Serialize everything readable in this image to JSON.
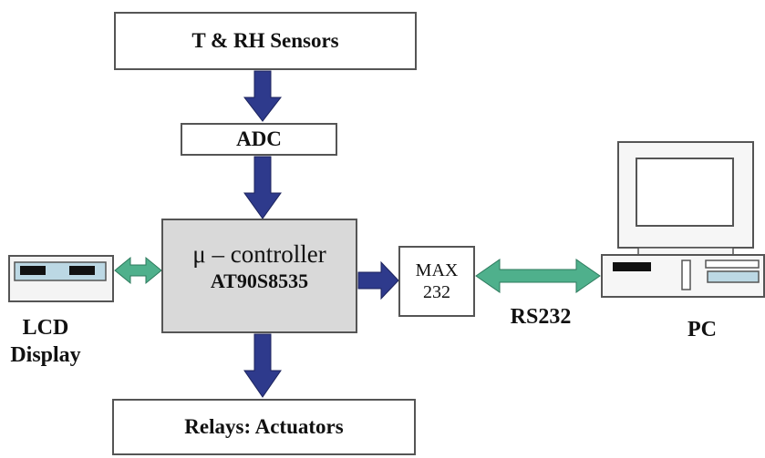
{
  "blocks": {
    "sensors": "T & RH Sensors",
    "adc": "ADC",
    "mcu_line1": "μ – controller",
    "mcu_line2": "AT90S8535",
    "max_line1": "MAX",
    "max_line2": "232",
    "relays": "Relays: Actuators"
  },
  "labels": {
    "lcd_line1": "LCD",
    "lcd_line2": "Display",
    "rs232": "RS232",
    "pc": "PC"
  },
  "colors": {
    "arrow_blue": "#2e3a8c",
    "arrow_green": "#4fb08c",
    "mcu_fill": "#d9d9d9",
    "lcd_screen": "#bcd8e4"
  }
}
